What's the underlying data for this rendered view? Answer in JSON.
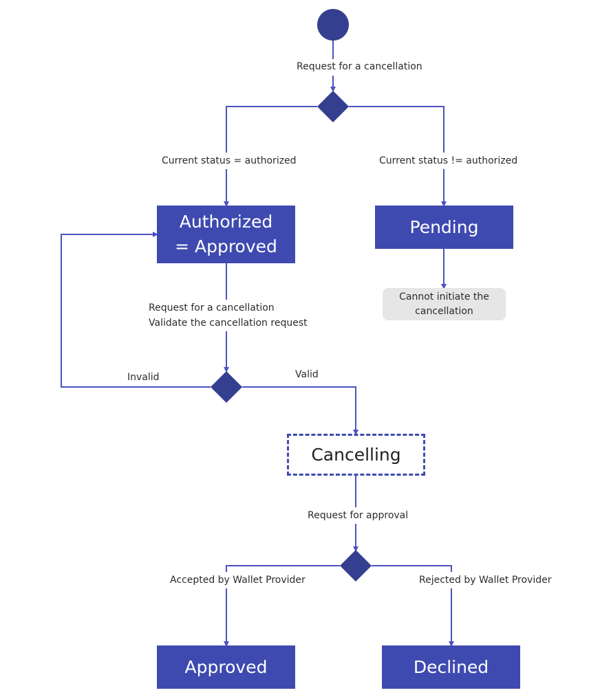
{
  "colors": {
    "line": "#4a52c0",
    "node": "#343f8f",
    "state_fill": "#3f4ab0",
    "note_fill": "#e6e6e6"
  },
  "labels": {
    "request_cancellation_top": "Request for a cancellation",
    "current_status_authorized": "Current status = authorized",
    "current_status_not_authorized": "Current status != authorized",
    "request_cancellation_mid": "Request for a cancellation",
    "validate_request": "Validate the cancellation request",
    "invalid": "Invalid",
    "valid": "Valid",
    "request_approval": "Request for approval",
    "accepted_by_wallet": "Accepted by Wallet Provider",
    "rejected_by_wallet": "Rejected by Wallet Provider"
  },
  "states": {
    "authorized_line1": "Authorized",
    "authorized_line2": "= Approved",
    "pending": "Pending",
    "cancelling": "Cancelling",
    "approved": "Approved",
    "declined": "Declined"
  },
  "notes": {
    "cannot_initiate_line1": "Cannot initiate the",
    "cannot_initiate_line2": "cancellation"
  }
}
